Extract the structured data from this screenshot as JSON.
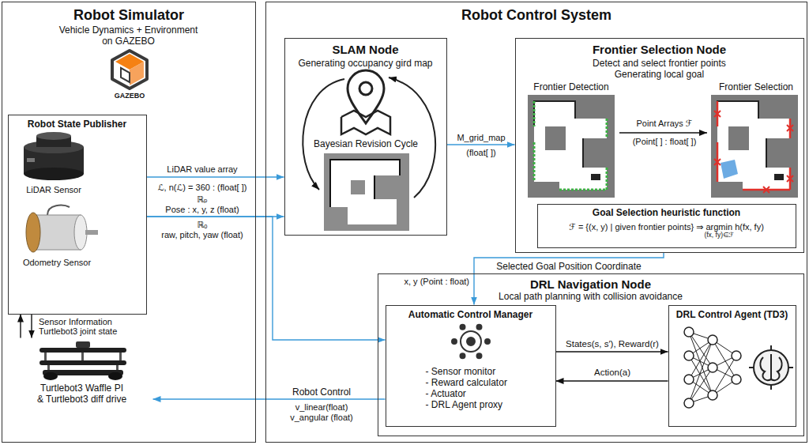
{
  "diagram": {
    "nodes": [
      {
        "text": [
          "Robot Simulator",
          "Vehicle Dynamics + Environment on GAZEBO"
        ]
      },
      {
        "text": [
          "Robot State Publisher"
        ],
        "in": 0
      },
      {
        "text": [
          "Turtlebot3 Waffle PI & Turtlebot3 diff drive"
        ],
        "in": 0
      },
      {
        "text": [
          "Robot Control System"
        ]
      },
      {
        "text": [
          "SLAM Node",
          "Generating occupancy gird map"
        ],
        "in": 3
      },
      {
        "text": [
          "Frontier Selection Node",
          "Detect and select frontier points Generating local goal"
        ],
        "in": 3
      },
      {
        "text": [
          "Goal Selection heuristic function",
          "ℱ = {(x, y) | given frontier points} ⇒ argmin h(fx, fy)"
        ],
        "in": 5
      },
      {
        "text": [
          "DRL Navigation Node",
          "Local path planning with collision avoidance"
        ],
        "in": 3
      },
      {
        "text": [
          "Automatic Control Manager",
          "- Sensor monitor",
          "- Reward calculator",
          "- Actuator",
          "- DRL Agent proxy"
        ],
        "in": 7
      },
      {
        "text": [
          "DRL Control Agent (TD3)"
        ],
        "in": 7
      }
    ],
    "edges": [
      {
        "from": 1,
        "to": 4,
        "arrow": "to",
        "label": "LiDAR value array"
      },
      {
        "from": 1,
        "to": 4,
        "arrow": "to"
      },
      {
        "from": 1,
        "to": 8,
        "arrow": "to"
      },
      {
        "from": 4,
        "to": 5,
        "arrow": "to"
      },
      {
        "from": 5,
        "to": 8,
        "arrow": "to",
        "label": "Selected Goal Position Coordinate"
      },
      {
        "from": 8,
        "to": 9,
        "arrow": "to",
        "label": "States(s, s′), Reward(r)"
      },
      {
        "from": 9,
        "to": 8,
        "arrow": "to",
        "label": "Action(a)"
      },
      {
        "from": 8,
        "to": 2,
        "arrow": "to",
        "label": "Robot Control"
      },
      {
        "from": 2,
        "to": 1,
        "arrow": "to",
        "label": "Sensor Information Turtlebot3 joint state"
      },
      {
        "from": 1,
        "to": 2,
        "arrow": "to"
      }
    ],
    "labels": [
      "GAZEBO",
      "LiDAR Sensor",
      "Odometry Sensor",
      "ℒ, n(ℒ) = 360 : (float[ ])",
      "ℝₚ",
      "Pose : x, y, z (float)",
      "ℝₒ",
      "raw, pitch, yaw (float)",
      "Bayesian Revision Cycle",
      "M_grid_map",
      "(float[ ])",
      "Frontier Detection",
      "Frontier Selection",
      "Point Arrays ℱ",
      "(Point[ ] : float[ ])",
      "(fx, fy)∈ℱ",
      "x, y (Point : float)",
      "v_linear(float)",
      "v_angular (float)"
    ]
  }
}
